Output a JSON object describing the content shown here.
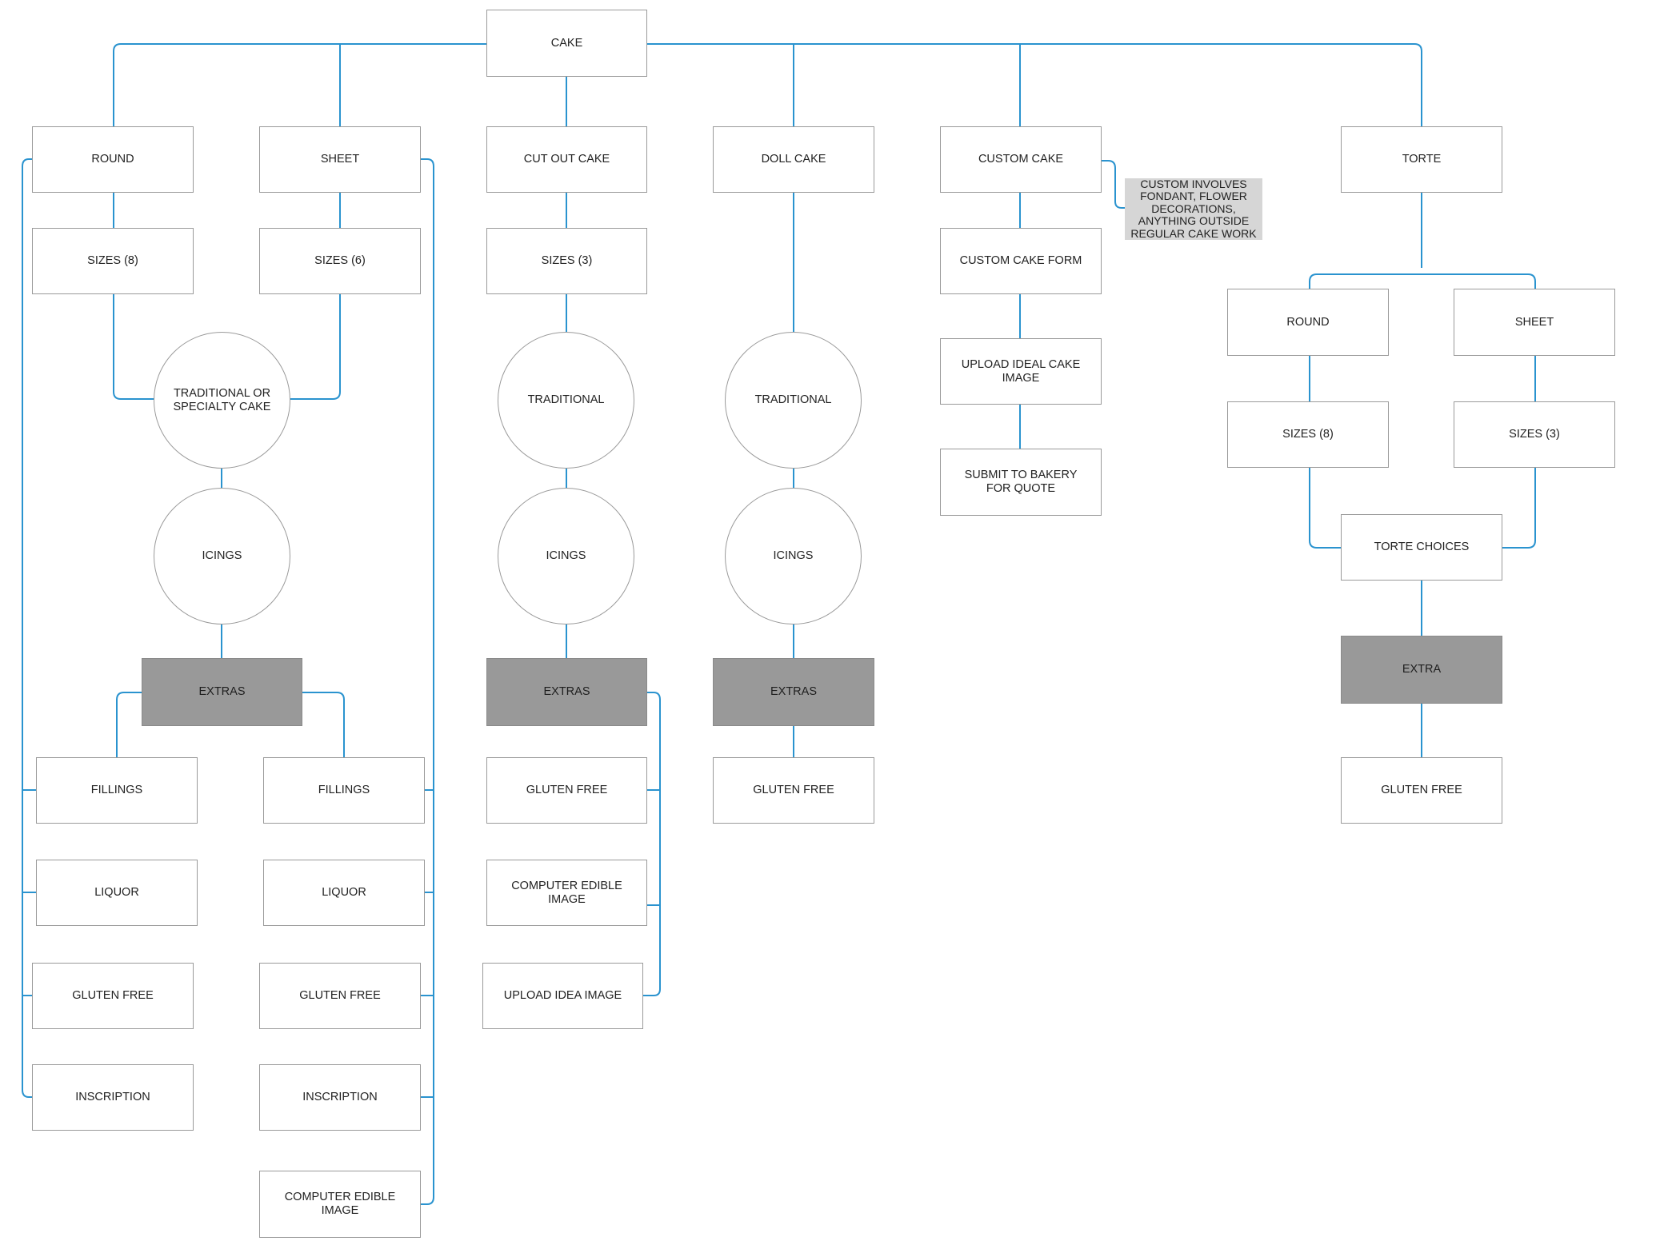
{
  "colors": {
    "connector": "#2a93cf",
    "box_border": "#9a9a9a",
    "dark_fill": "#999999",
    "note_fill": "#d6d6d6"
  },
  "nodes": {
    "cake": "CAKE",
    "round": "ROUND",
    "sheet": "SHEET",
    "cutout": "CUT OUT CAKE",
    "doll": "DOLL CAKE",
    "custom": "CUSTOM CAKE",
    "torte": "TORTE",
    "note": "CUSTOM INVOLVES FONDANT, FLOWER DECORATIONS, ANYTHING OUTSIDE REGULAR CAKE WORK",
    "round_sizes": "SIZES (8)",
    "sheet_sizes": "SIZES (6)",
    "cutout_sizes": "SIZES (3)",
    "custom_form": "CUSTOM CAKE FORM",
    "custom_upload": "UPLOAD IDEAL CAKE IMAGE",
    "custom_submit": "SUBMIT TO BAKERY FOR QUOTE",
    "trad_specialty": "TRADITIONAL OR SPECIALTY CAKE",
    "cutout_trad": "TRADITIONAL",
    "doll_trad": "TRADITIONAL",
    "icings_left": "ICINGS",
    "icings_cutout": "ICINGS",
    "icings_doll": "ICINGS",
    "extras_left": "EXTRAS",
    "extras_cutout": "EXTRAS",
    "extras_doll": "EXTRAS",
    "torte_round": "ROUND",
    "torte_sheet": "SHEET",
    "torte_round_sizes": "SIZES (8)",
    "torte_sheet_sizes": "SIZES (3)",
    "torte_choices": "TORTE CHOICES",
    "torte_extra": "EXTRA",
    "torte_gluten": "GLUTEN FREE",
    "r_fillings": "FILLINGS",
    "r_liquor": "LIQUOR",
    "r_gluten": "GLUTEN FREE",
    "r_inscription": "INSCRIPTION",
    "s_fillings": "FILLINGS",
    "s_liquor": "LIQUOR",
    "s_gluten": "GLUTEN FREE",
    "s_inscription": "INSCRIPTION",
    "s_edible": "COMPUTER EDIBLE IMAGE",
    "c_gluten": "GLUTEN FREE",
    "c_edible": "COMPUTER EDIBLE IMAGE",
    "c_upload": "UPLOAD IDEA IMAGE",
    "d_gluten": "GLUTEN FREE"
  }
}
